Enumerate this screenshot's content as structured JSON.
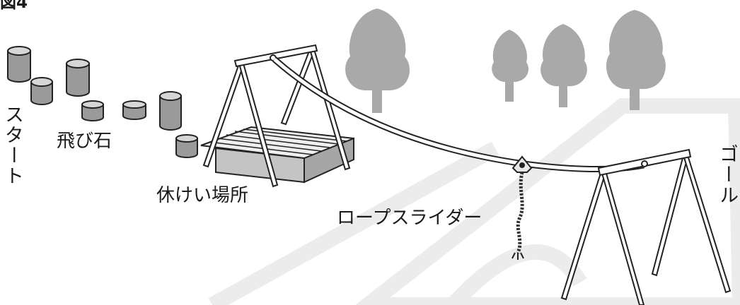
{
  "figure": {
    "title": "図4",
    "labels": {
      "start": "スタート",
      "stepping_stones": "飛び石",
      "rest_area": "休けい場所",
      "rope_slider": "ロープスライダー",
      "goal": "ゴール"
    }
  }
}
